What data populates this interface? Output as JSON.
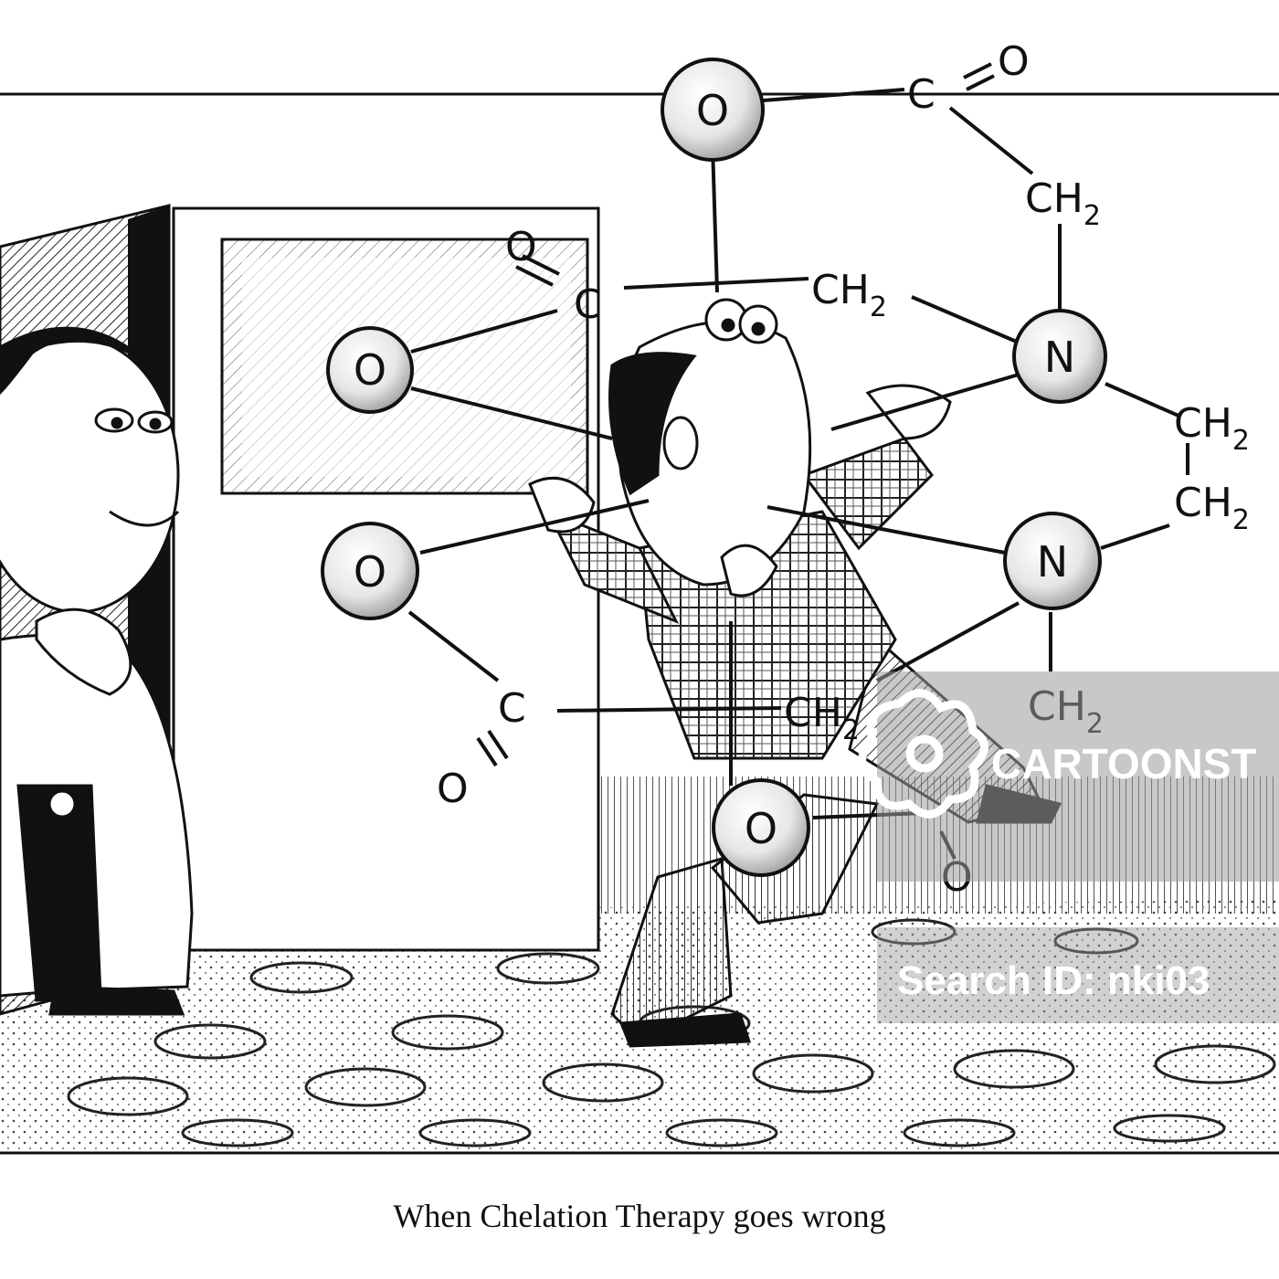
{
  "caption": "When Chelation Therapy goes wrong",
  "watermark": {
    "brand": "CARTOONST",
    "search_id": "Search ID: nki03"
  },
  "molecule": {
    "atom_oxygen": "O",
    "atom_nitrogen": "N",
    "atom_carbon": "C",
    "group_ch": "CH",
    "group_sub": "2"
  },
  "colors": {
    "ink": "#111111",
    "paper": "#ffffff",
    "watermark_band": "#9a9a9a"
  }
}
